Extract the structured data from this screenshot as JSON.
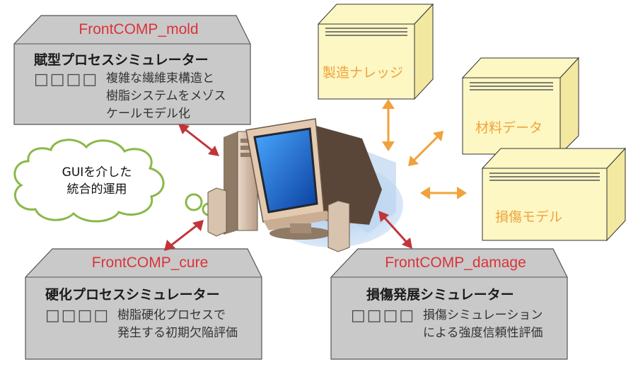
{
  "modules": {
    "mold": {
      "title": "FrontCOMP_mold",
      "heading": "賦型プロセスシミュレーター",
      "boxes": "□□□□",
      "desc": [
        "複雑な繊維束構造と",
        "樹脂システムをメゾス",
        "ケールモデル化"
      ]
    },
    "cure": {
      "title": "FrontCOMP_cure",
      "heading": "硬化プロセスシミュレーター",
      "boxes": "□□□□",
      "desc": [
        "樹脂硬化プロセスで",
        "発生する初期欠陥評価"
      ]
    },
    "damage": {
      "title": "FrontCOMP_damage",
      "heading": "損傷発展シミュレーター",
      "boxes": "□□□□",
      "desc": [
        "損傷シミュレーション",
        "による強度信頼性評価"
      ]
    }
  },
  "databases": {
    "knowledge": "製造ナレッジ",
    "material": "材料データ",
    "damage_model": "損傷モデル"
  },
  "cloud": [
    "GUIを介した",
    "統合的運用"
  ],
  "colors": {
    "module_fill": "#c9c9c9",
    "module_title": "#d9343a",
    "db_fill": "#fdf7c3",
    "db_label": "#f0a23c",
    "arrow_orange": "#f0a23c",
    "arrow_red": "#c0343a",
    "cloud_stroke": "#8ab84a"
  }
}
